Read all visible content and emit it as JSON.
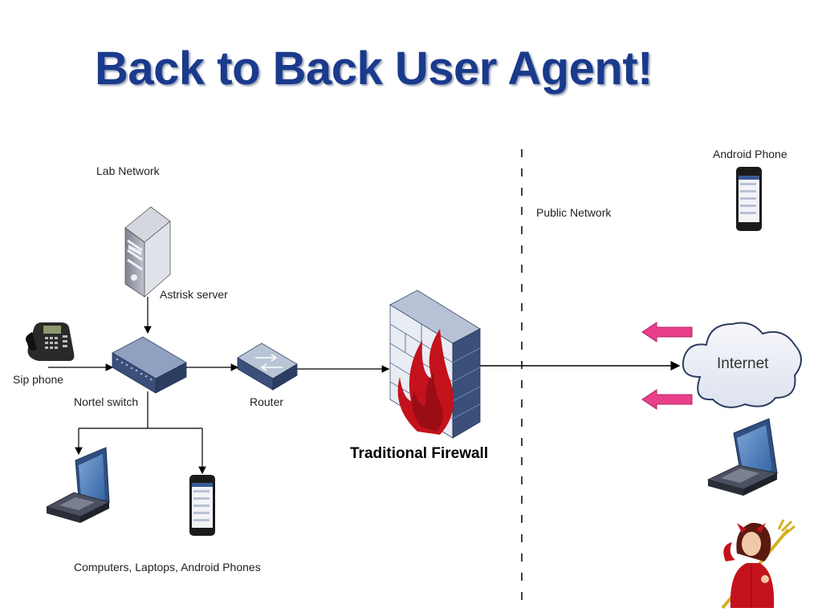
{
  "title": "Back to Back User Agent!",
  "labels": {
    "lab_network": "Lab Network",
    "public_network": "Public Network",
    "android_phone": "Android Phone",
    "astrisk_server": "Astrisk server",
    "sip_phone": "Sip phone",
    "nortel_switch": "Nortel switch",
    "router": "Router",
    "traditional_firewall": "Traditional Firewall",
    "internet": "Internet",
    "endpoints": "Computers, Laptops, Android Phones"
  },
  "icons": {
    "server": "server-icon",
    "desk_phone": "desk-phone-icon",
    "switch": "network-switch-icon",
    "router": "router-icon",
    "firewall": "firewall-icon",
    "cloud": "internet-cloud-icon",
    "laptop": "laptop-icon",
    "smartphone": "smartphone-icon",
    "attacker": "devil-attacker-icon",
    "inbound_arrow": "pink-arrow-icon"
  },
  "colors": {
    "title": "#1a3a8c",
    "firewall_flame": "#c4121c",
    "arrow_pink": "#e8408a",
    "cloud_fill": "#eef1f8"
  }
}
